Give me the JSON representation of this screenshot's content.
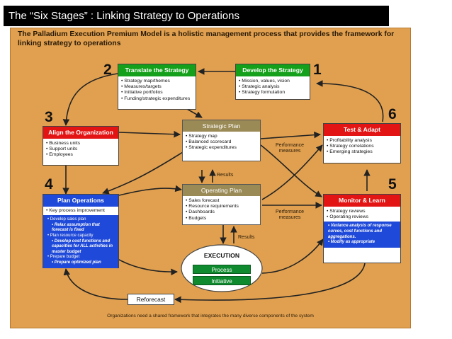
{
  "slide_title": "The “Six Stages” :  Linking Strategy to Operations",
  "header": "The Palladium Execution Premium Model is a holistic management process that provides the framework for linking strategy to operations",
  "stages": {
    "develop": {
      "number": "1",
      "title": "Develop the Strategy",
      "items": [
        "Mission, values, vision",
        "Strategic analysis",
        "Strategy formulation"
      ]
    },
    "translate": {
      "number": "2",
      "title": "Translate the Strategy",
      "items": [
        "Strategy map/themes",
        "Measures/targets",
        "Initiative portfolios",
        "Funding/strategic expenditures"
      ]
    },
    "align": {
      "number": "3",
      "title": "Align the Organization",
      "items": [
        "Business units",
        "Support units",
        "Employees"
      ]
    },
    "plan": {
      "number": "4",
      "title": "Plan Operations",
      "items": [
        "Key process improvement"
      ],
      "lower": [
        {
          "text": "Develop sales plan",
          "italic": false
        },
        {
          "text": "Relax assumption that forecast is fixed",
          "italic": true
        },
        {
          "text": "Plan resource capacity",
          "italic": false
        },
        {
          "text": "Develop cost functions and capacities for ALL activities in master budget",
          "italic": true
        },
        {
          "text": "Prepare budget",
          "italic": false
        },
        {
          "text": "Prepare optimized plan",
          "italic": true
        }
      ]
    },
    "monitor": {
      "number": "5",
      "title": "Monitor & Learn",
      "items": [
        "Strategy reviews",
        "Operating reviews"
      ],
      "lower": [
        "Variance analysis of response curves, cost functions and aggregations.",
        "Modify as appropriate"
      ]
    },
    "test": {
      "number": "6",
      "title": "Test & Adapt",
      "items": [
        "Profitability analysis",
        "Strategy correlations",
        "Emerging strategies"
      ]
    }
  },
  "strategic_plan": {
    "title": "Strategic Plan",
    "items": [
      "Strategy map",
      "Balanced scorecard",
      "Strategic expenditures"
    ]
  },
  "operating_plan": {
    "title": "Operating Plan",
    "items": [
      "Sales forecast",
      "Resource requirements",
      "Dashboards",
      "Budgets"
    ]
  },
  "labels": {
    "performance_measures": "Performance measures",
    "results": "Results",
    "reforecast": "Reforecast"
  },
  "execution": {
    "title": "EXECUTION",
    "process": "Process",
    "initiative": "Initiative"
  },
  "footer": "Organizations need a shared framework that integrates the many diverse components of the system",
  "colors": {
    "panel": "#e0a050",
    "green": "#14a01a",
    "red": "#e31414",
    "blue": "#1f49d8",
    "olive": "#9a8a55"
  }
}
